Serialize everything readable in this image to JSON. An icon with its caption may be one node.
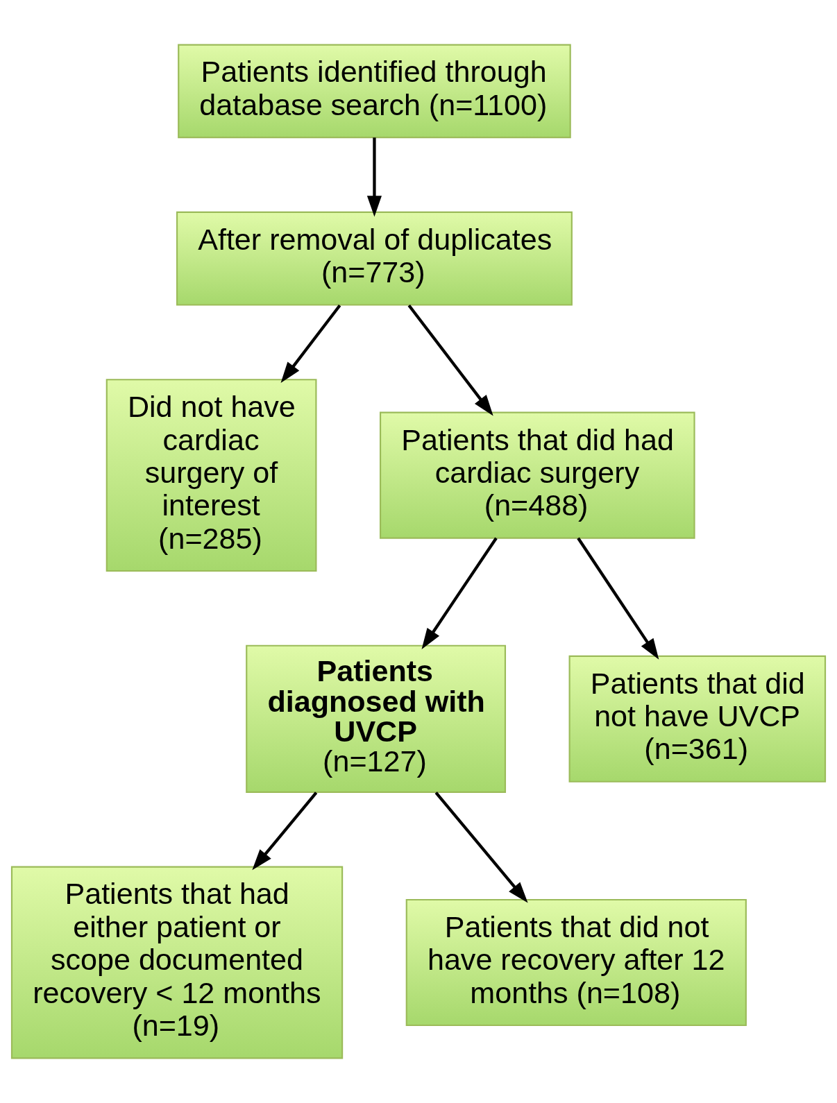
{
  "diagram": {
    "nodes": [
      {
        "text": [
          "Patients identified through database search (n=1100)"
        ]
      },
      {
        "text": [
          "After removal of duplicates (n=773)"
        ]
      },
      {
        "text": [
          "Did not have cardiac surgery of interest (n=285)"
        ]
      },
      {
        "text": [
          "Patients that did had cardiac surgery (n=488)"
        ]
      },
      {
        "text": [
          "Patients diagnosed with UVCP",
          "(n=127)"
        ]
      },
      {
        "text": [
          "Patients that did not have UVCP (n=361)"
        ]
      },
      {
        "text": [
          "Patients that had either patient or scope documented recovery < 12 months (n=19)"
        ]
      },
      {
        "text": [
          "Patients that did not have recovery after 12 months (n=108)"
        ]
      }
    ],
    "edges": [
      {
        "from": 0,
        "to": 1,
        "arrow": "to"
      },
      {
        "from": 1,
        "to": 2,
        "arrow": "to"
      },
      {
        "from": 1,
        "to": 3,
        "arrow": "to"
      },
      {
        "from": 3,
        "to": 4,
        "arrow": "to"
      },
      {
        "from": 3,
        "to": 5,
        "arrow": "to"
      },
      {
        "from": 4,
        "to": 6,
        "arrow": "to"
      },
      {
        "from": 4,
        "to": 7,
        "arrow": "to"
      }
    ]
  }
}
